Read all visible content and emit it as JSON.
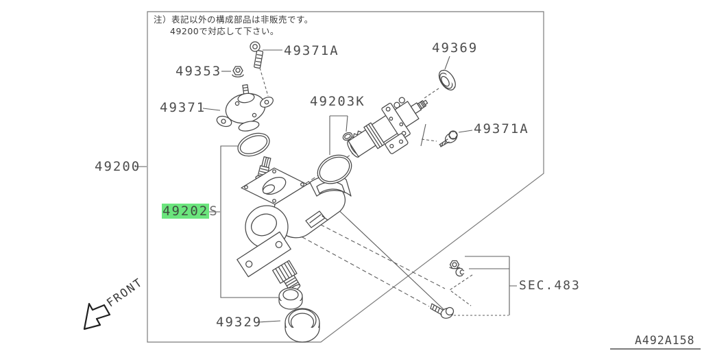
{
  "note": {
    "line1": "注）表記以外の構成部品は非販売です。",
    "line2": "49200で対応して下さい。"
  },
  "callouts": {
    "bolt_top": "49371A",
    "nut": "49353",
    "insulator": "49371",
    "seal_kit": "49203K",
    "oil_seal": "49369",
    "bolt_right": "49371A",
    "gear_assembly": "49200",
    "gear_housing_highlight": "49202",
    "gear_housing_suffix": "S",
    "dust_ring": "49329",
    "section_ref": "SEC.483"
  },
  "front_label": "FRONT",
  "drawing_code": "A492A158",
  "colors": {
    "highlight": "#6be57d",
    "line": "#4a4a4a",
    "label": "#4d4d4d",
    "background": "#ffffff"
  }
}
